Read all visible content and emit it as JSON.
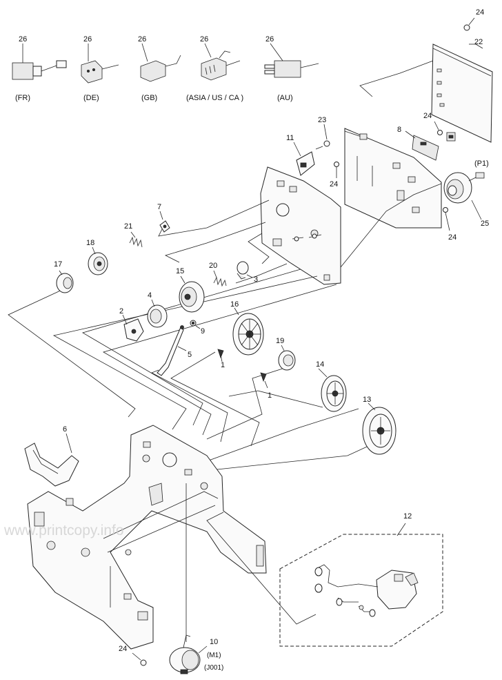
{
  "plug_labels": {
    "p1": {
      "num": "26",
      "name": "(FR)"
    },
    "p2": {
      "num": "26",
      "name": "(DE)"
    },
    "p3": {
      "num": "26",
      "name": "(GB)"
    },
    "p4": {
      "num": "26",
      "name": "(ASIA / US / CA )"
    },
    "p5": {
      "num": "26",
      "name": "(AU)"
    }
  },
  "callouts": {
    "c1a": "1",
    "c1b": "1",
    "c2": "2",
    "c3": "3",
    "c4": "4",
    "c5": "5",
    "c6": "6",
    "c7": "7",
    "c8": "8",
    "c9": "9",
    "c10": "10",
    "c11": "11",
    "c12": "12",
    "c13": "13",
    "c14": "14",
    "c15": "15",
    "c16": "16",
    "c17": "17",
    "c18": "18",
    "c19": "19",
    "c20": "20",
    "c21": "21",
    "c22": "22",
    "c23": "23",
    "c24a": "24",
    "c24b": "24",
    "c24c": "24",
    "c24d": "24",
    "c24e": "24",
    "c25": "25"
  },
  "connector_labels": {
    "p1": "(P1)",
    "m1": "(M1)",
    "j001": "(J001)"
  },
  "watermark": "www.printcopy.info"
}
